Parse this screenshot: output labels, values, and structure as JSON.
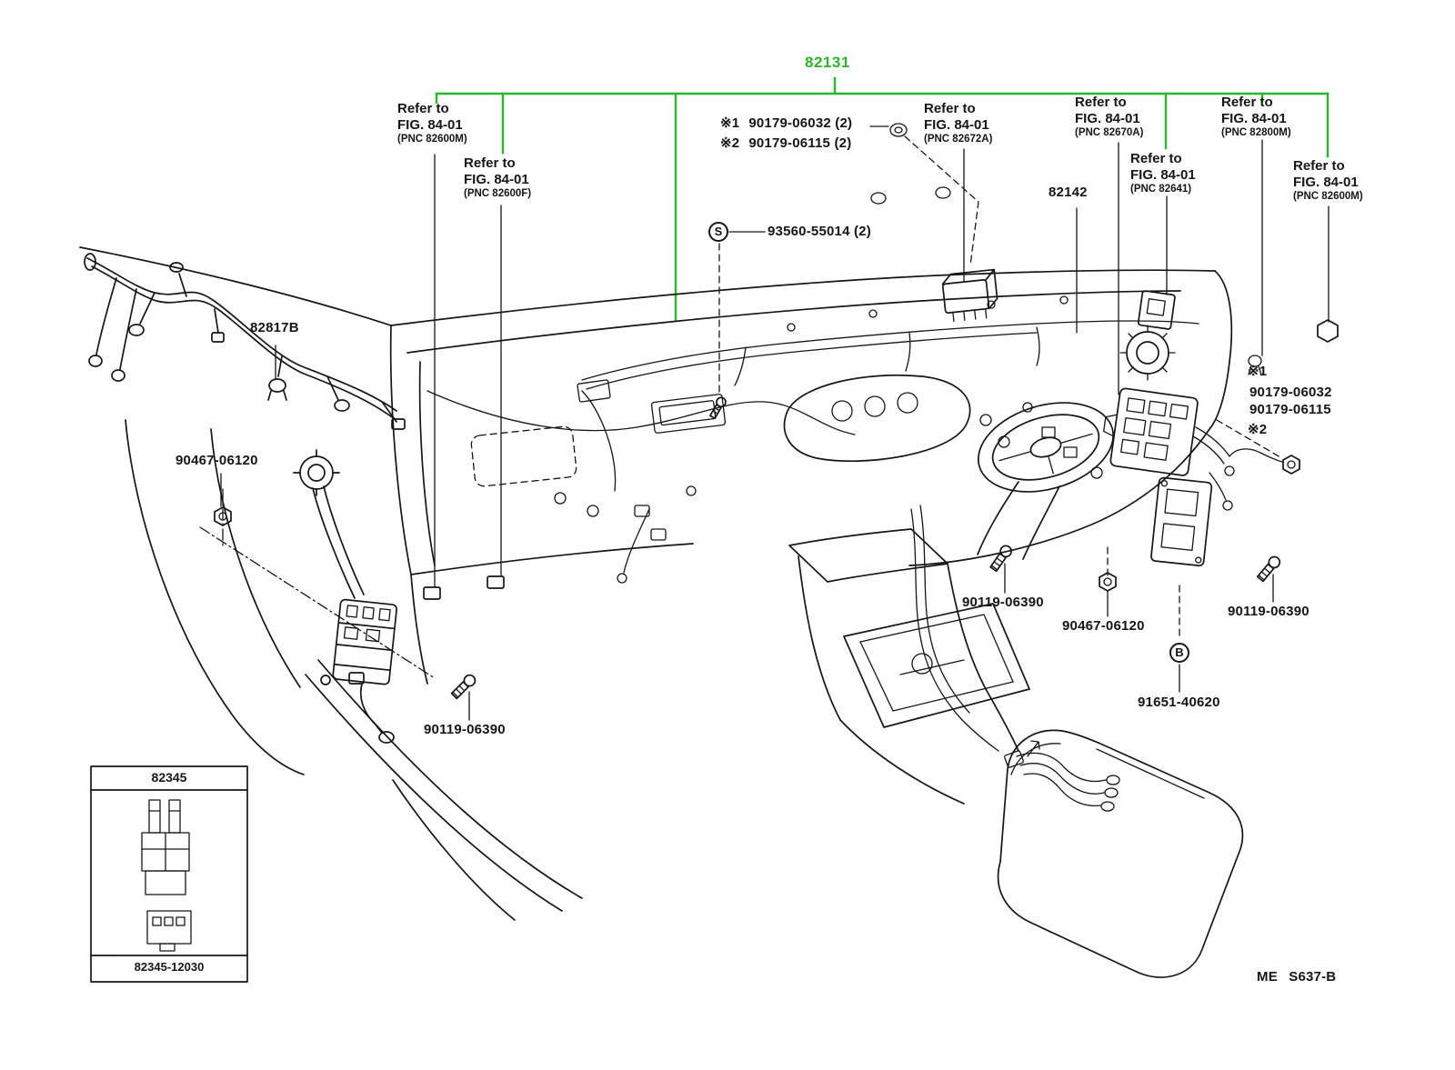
{
  "figure": {
    "code": "ME S637-B"
  },
  "colors": {
    "highlight_green": "#28b828",
    "ink": "#161616",
    "background": "#ffffff"
  },
  "harness": {
    "main_part_number": "82131"
  },
  "parts": {
    "p82142": "82142",
    "p82817b": "82817B",
    "p90467_left": "90467-06120",
    "p90119_left": "90119-06390",
    "p90119_mid": "90119-06390",
    "p90467_right": "90467-06120",
    "p90119_right": "90119-06390",
    "p91651": "91651-40620",
    "screw_number": "93560-55014 (2)"
  },
  "symbols": {
    "s": "S",
    "b": "B"
  },
  "notes_top": [
    {
      "marker": "※1",
      "text": "90179-06032 (2)"
    },
    {
      "marker": "※2",
      "text": "90179-06115 (2)"
    }
  ],
  "notes_right": {
    "marker1": "※1",
    "line1": "90179-06032",
    "line2": "90179-06115",
    "marker2": "※2"
  },
  "refer": [
    {
      "l1": "Refer to",
      "l2": "FIG. 84-01",
      "l3": "(PNC 82600M)"
    },
    {
      "l1": "Refer to",
      "l2": "FIG. 84-01",
      "l3": "(PNC 82600F)"
    },
    {
      "l1": "Refer to",
      "l2": "FIG. 84-01",
      "l3": "(PNC 82672A)"
    },
    {
      "l1": "Refer to",
      "l2": "FIG. 84-01",
      "l3": "(PNC 82670A)"
    },
    {
      "l1": "Refer to",
      "l2": "FIG. 84-01",
      "l3": "(PNC 82800M)"
    },
    {
      "l1": "Refer to",
      "l2": "FIG. 84-01",
      "l3": "(PNC 82641)"
    },
    {
      "l1": "Refer to",
      "l2": "FIG. 84-01",
      "l3": "(PNC 82600M)"
    }
  ],
  "inset": {
    "title": "82345",
    "part_number": "82345-12030"
  }
}
